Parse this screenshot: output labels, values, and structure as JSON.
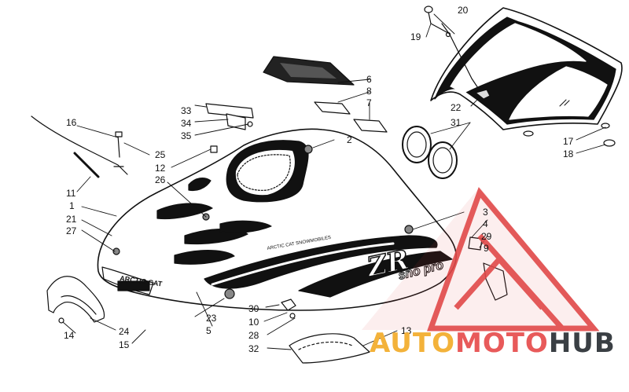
{
  "diagram": {
    "callouts": [
      {
        "id": "1",
        "text": "1"
      },
      {
        "id": "2",
        "text": "2"
      },
      {
        "id": "3",
        "text": "3"
      },
      {
        "id": "4",
        "text": "4"
      },
      {
        "id": "5",
        "text": "5"
      },
      {
        "id": "6",
        "text": "6"
      },
      {
        "id": "7",
        "text": "7"
      },
      {
        "id": "8",
        "text": "8"
      },
      {
        "id": "9",
        "text": "9"
      },
      {
        "id": "10",
        "text": "10"
      },
      {
        "id": "11",
        "text": "11"
      },
      {
        "id": "12",
        "text": "12"
      },
      {
        "id": "13",
        "text": "13"
      },
      {
        "id": "14",
        "text": "14"
      },
      {
        "id": "15",
        "text": "15"
      },
      {
        "id": "16",
        "text": "16"
      },
      {
        "id": "17",
        "text": "17"
      },
      {
        "id": "18",
        "text": "18"
      },
      {
        "id": "19",
        "text": "19"
      },
      {
        "id": "20",
        "text": "20"
      },
      {
        "id": "21",
        "text": "21"
      },
      {
        "id": "22",
        "text": "22"
      },
      {
        "id": "23",
        "text": "23"
      },
      {
        "id": "24",
        "text": "24"
      },
      {
        "id": "25",
        "text": "25"
      },
      {
        "id": "26",
        "text": "26"
      },
      {
        "id": "27",
        "text": "27"
      },
      {
        "id": "28",
        "text": "28"
      },
      {
        "id": "29",
        "text": "29"
      },
      {
        "id": "30",
        "text": "30"
      },
      {
        "id": "31",
        "text": "31"
      },
      {
        "id": "32",
        "text": "32"
      },
      {
        "id": "33",
        "text": "33"
      },
      {
        "id": "34",
        "text": "34"
      },
      {
        "id": "35",
        "text": "35"
      }
    ],
    "hood_text": {
      "brand": "ARCTIC CAT",
      "model": "ZR",
      "sub": "sno pro",
      "stripe": "ARCTIC CAT SNOWMOBILES"
    }
  },
  "watermark": {
    "part1": "AUTO",
    "part2": "MOTO",
    "part3": "HUB",
    "colors": {
      "triangle": "#e04848",
      "auto": "#f3b23a",
      "moto": "#e85a5a",
      "hub": "#3a3f44"
    }
  }
}
